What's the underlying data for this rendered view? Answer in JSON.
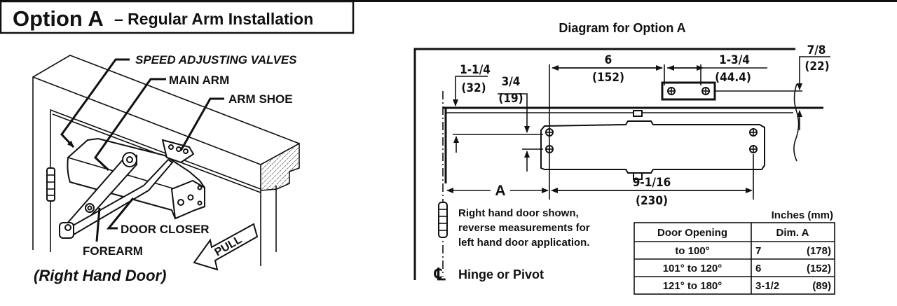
{
  "title": {
    "option": "Option A",
    "subtitle": "– Regular Arm Installation"
  },
  "illustration": {
    "labels": {
      "speed_valves": "SPEED ADJUSTING VALVES",
      "main_arm": "MAIN ARM",
      "arm_shoe": "ARM SHOE",
      "door_closer": "DOOR CLOSER",
      "forearm": "FOREARM",
      "pull": "PULL"
    },
    "caption": "(Right Hand Door)"
  },
  "diagram": {
    "title": "Diagram for Option A",
    "dims": {
      "d1_in": "1-1/4",
      "d1_mm": "(32)",
      "d2_in": "3/4",
      "d2_mm": "(19)",
      "d3_in": "6",
      "d3_mm": "(152)",
      "d4_in": "1-3/4",
      "d4_mm": "(44.4)",
      "d5_in": "7/8",
      "d5_mm": "(22)",
      "d6_in": "9-1/16",
      "d6_mm": "(230)",
      "a": "A"
    },
    "note": [
      "Right hand door shown,",
      "reverse measurements for",
      "left hand door application."
    ],
    "hinge_label": "Hinge or Pivot",
    "centerline_symbol": "℄",
    "units": "Inches (mm)",
    "table": {
      "headers": [
        "Door Opening",
        "Dim. A"
      ],
      "rows": [
        {
          "opening": "to 100°",
          "in": "7",
          "mm": "(178)"
        },
        {
          "opening": "101° to 120°",
          "in": "6",
          "mm": "(152)"
        },
        {
          "opening": "121° to 180°",
          "in": "3-1/2",
          "mm": "(89)"
        }
      ]
    }
  }
}
